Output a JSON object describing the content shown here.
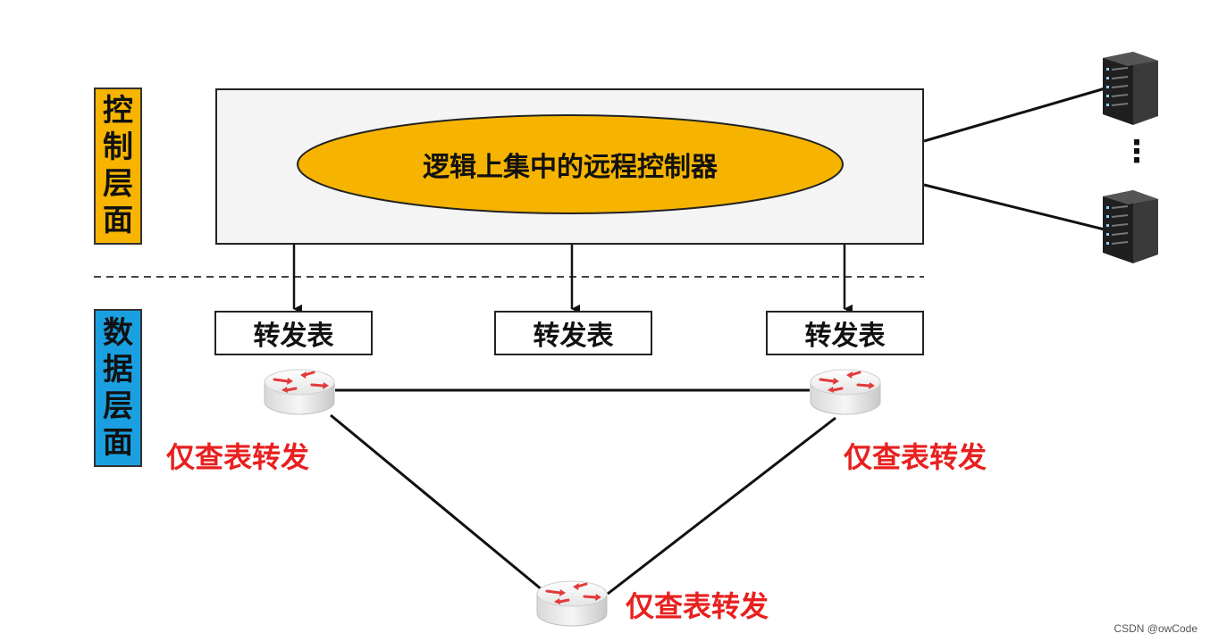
{
  "control_plane": {
    "label_chars": [
      "控",
      "制",
      "层",
      "面"
    ],
    "color": "#f7b400"
  },
  "data_plane": {
    "label_chars": [
      "数",
      "据",
      "层",
      "面"
    ],
    "color": "#1aa0e0"
  },
  "controller": {
    "text": "逻辑上集中的远程控制器",
    "ellipse_color": "#f6b400"
  },
  "forwarding_tables": [
    {
      "label": "转发表"
    },
    {
      "label": "转发表"
    },
    {
      "label": "转发表"
    }
  ],
  "routers": [
    {
      "label": "仅查表转发"
    },
    {
      "label": "仅查表转发"
    },
    {
      "label": "仅查表转发"
    }
  ],
  "servers": {
    "ellipsis": "⋮"
  },
  "accent_red": "#e8201f",
  "watermark": "CSDN @owCode"
}
